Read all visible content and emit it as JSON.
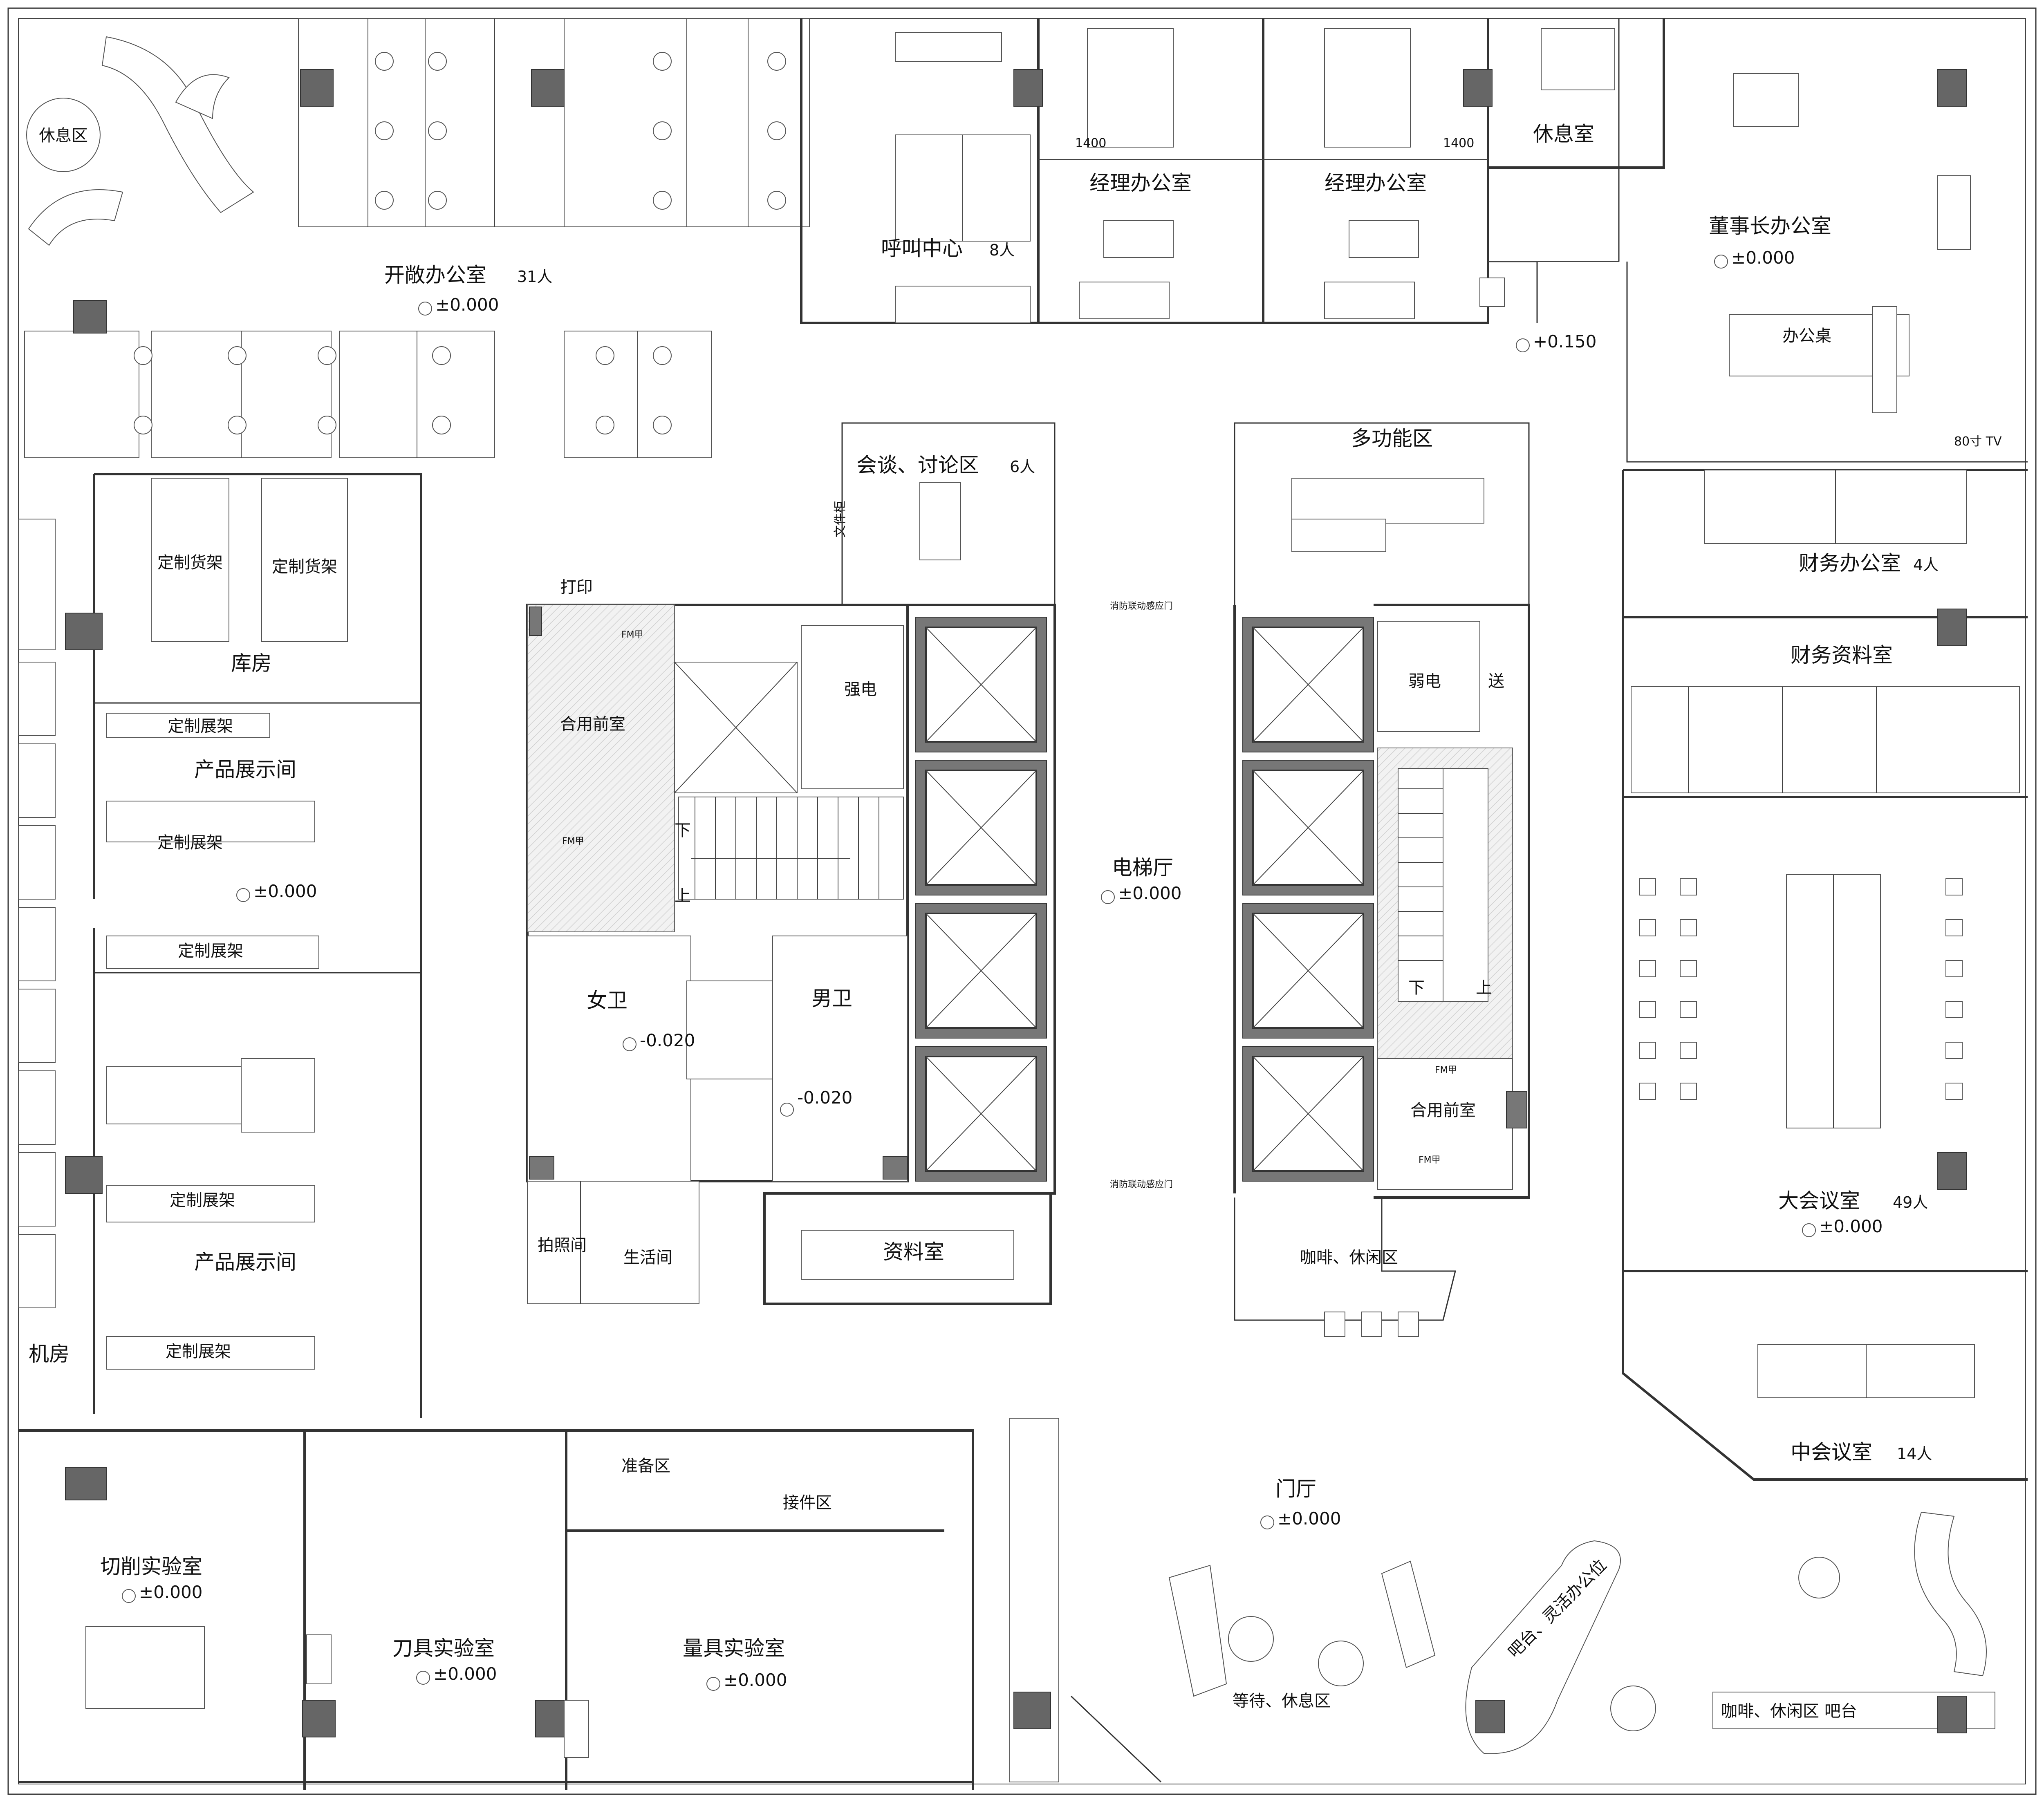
{
  "plan": {
    "rooms": {
      "rest_area": "休息区",
      "open_office": "开敞办公室",
      "open_office_count": "31人",
      "call_center": "呼叫中心",
      "call_center_count": "8人",
      "manager_office_1": "经理办公室",
      "manager_office_2": "经理办公室",
      "lounge": "休息室",
      "chairman_office": "董事长办公室",
      "desk": "办公桌",
      "tv": "80寸 TV",
      "meeting_discussion": "会谈、讨论区",
      "meeting_discussion_count": "6人",
      "file_cabinet": "文件柜",
      "print": "打印",
      "multi_function": "多功能区",
      "finance_office": "财务办公室",
      "finance_office_count": "4人",
      "finance_archive": "财务资料室",
      "warehouse": "库房",
      "custom_shelf_1": "定制货架",
      "custom_shelf_2": "定制货架",
      "display_rack_1": "定制展架",
      "display_rack_2": "定制展架",
      "display_rack_3": "定制展架",
      "display_rack_4": "定制展架",
      "display_rack_5": "定制展架",
      "showroom_1": "产品展示间",
      "showroom_2": "产品展示间",
      "shared_anteroom_1": "合用前室",
      "shared_anteroom_2": "合用前室",
      "strong_power": "强电",
      "weak_power": "弱电",
      "air_supply": "送",
      "stair_down_1": "下",
      "stair_up_1": "上",
      "stair_down_2": "下",
      "stair_up_2": "上",
      "elevator_hall": "电梯厅",
      "fire_door_1": "消防联动感应门",
      "fire_door_2": "消防联动感应门",
      "fm_1": "FM甲",
      "fm_2": "FM甲",
      "fm_3": "FM甲",
      "fm_4": "FM甲",
      "womens_wc": "女卫",
      "mens_wc": "男卫",
      "photo_room": "拍照间",
      "utility_room": "生活间",
      "archive": "资料室",
      "coffee_lounge": "咖啡、休闲区",
      "large_meeting": "大会议室",
      "large_meeting_count": "49人",
      "medium_meeting": "中会议室",
      "medium_meeting_count": "14人",
      "machine_room": "机房",
      "prep_area": "准备区",
      "receiving_area": "接件区",
      "cutting_lab": "切削实验室",
      "tool_lab": "刀具实验室",
      "gauge_lab": "量具实验室",
      "lobby": "门厅",
      "waiting_area": "等待、休息区",
      "bar_flex": "吧台、灵活办公位",
      "coffee_bar": "咖啡、休闲区  吧台"
    },
    "dims": {
      "dim_1": "1400",
      "dim_2": "1400"
    },
    "levels": {
      "open_office": "±0.000",
      "chairman": "±0.000",
      "corridor_ne": "+0.150",
      "showroom": "±0.000",
      "elevator_hall": "±0.000",
      "womens_wc": "-0.020",
      "mens_wc": "-0.020",
      "large_meeting": "±0.000",
      "lobby": "±0.000",
      "cutting_lab": "±0.000",
      "tool_lab": "±0.000",
      "gauge_lab": "±0.000"
    }
  }
}
